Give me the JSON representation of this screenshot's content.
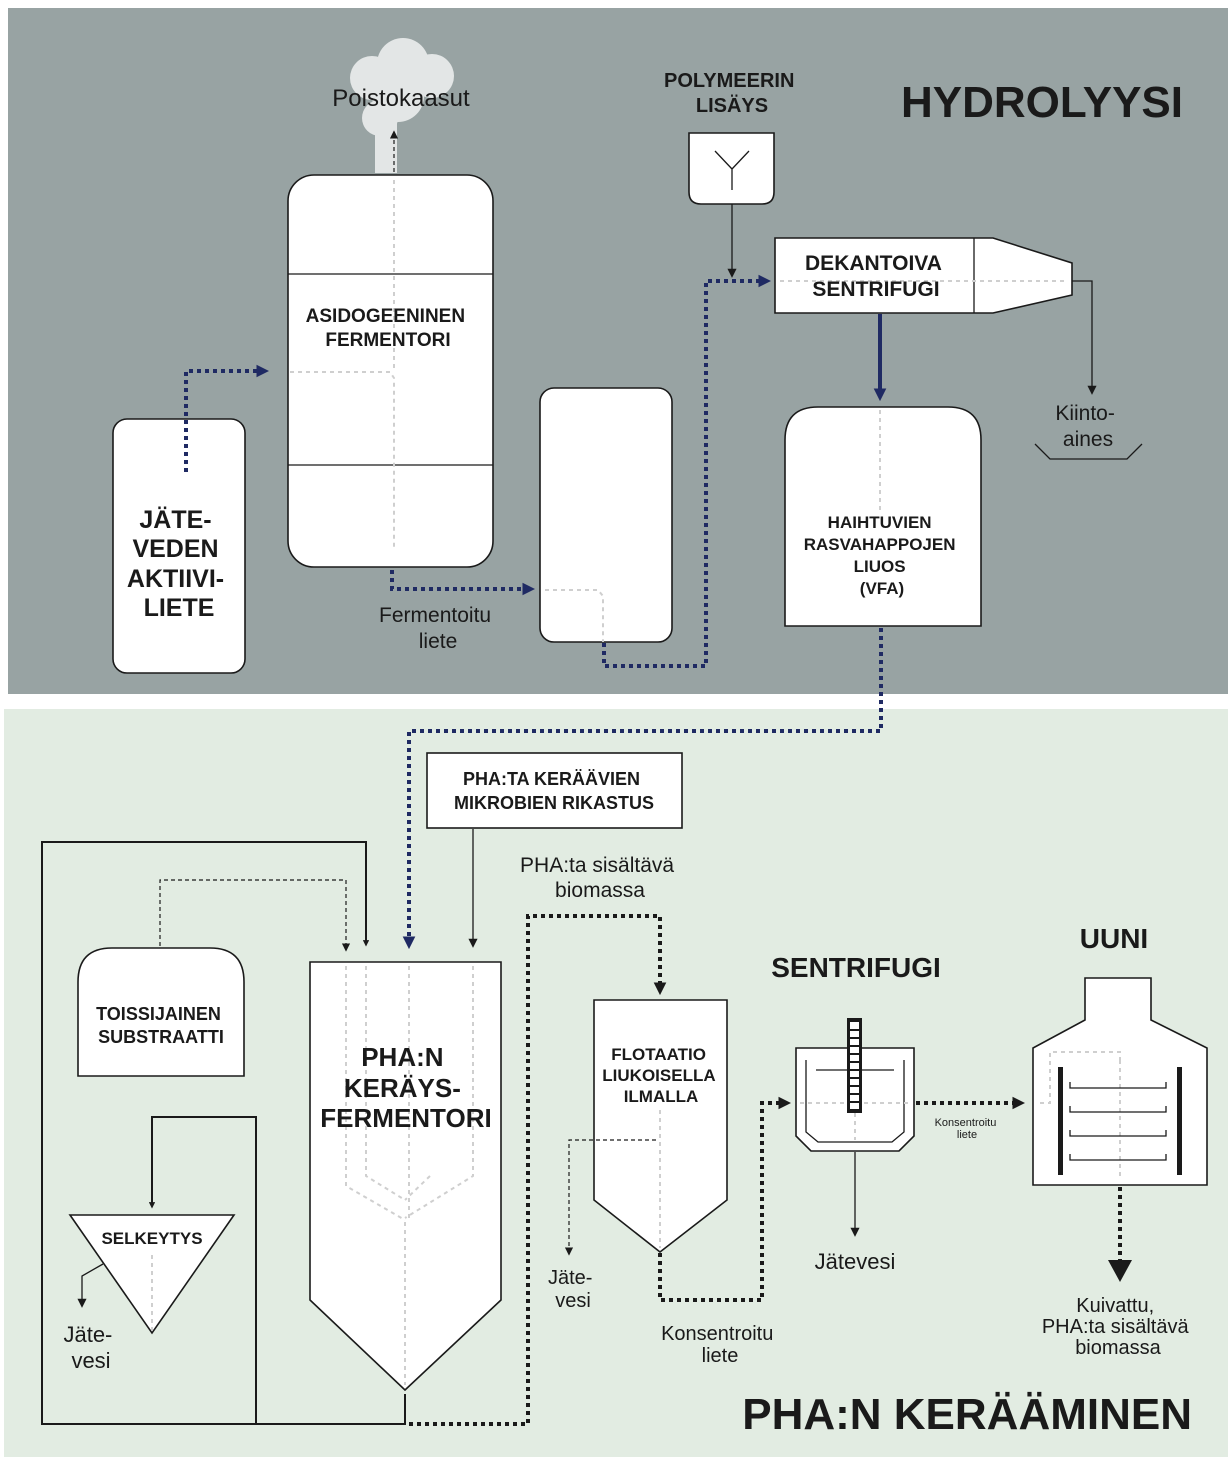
{
  "sections": {
    "hydrolysis_title": "HYDROLYYSI",
    "collection_title": "PHA:N KERÄÄMINEN"
  },
  "colors": {
    "hydrolysis_bg": "#98a3a3",
    "collection_bg": "#e2ece2",
    "flow_navy": "#1f2a63",
    "line_black": "#1a1a1a"
  },
  "labels": {
    "exhaust": "Poistokaasut",
    "polymer": [
      "POLYMEERIN",
      "LISÄYS"
    ],
    "fermenter": [
      "ASIDOGEENINEN",
      "FERMENTORI"
    ],
    "wastewater_sludge": [
      "JÄTE-",
      "VEDEN",
      "AKTIIVI-",
      "LIETE"
    ],
    "fermented_sludge": [
      "Fermentoitu",
      "liete"
    ],
    "decanter": [
      "DEKANTOIVA",
      "SENTRIFUGI"
    ],
    "solids": [
      "Kiinto-",
      "aines"
    ],
    "vfa": [
      "HAIHTUVIEN",
      "RASVAHAPPOJEN",
      "LIUOS",
      "(VFA)"
    ],
    "enrichment": [
      "PHA:TA KERÄÄVIEN",
      "MIKROBIEN RIKASTUS"
    ],
    "pha_biomass": [
      "PHA:ta sisältävä",
      "biomassa"
    ],
    "secondary_substrate": [
      "TOISSIJAINEN",
      "SUBSTRAATTI"
    ],
    "collection_fermenter": [
      "PHA:N",
      "KERÄYS-",
      "FERMENTORI"
    ],
    "clarification": "SELKEYTYS",
    "wastewater_left": [
      "Jäte-",
      "vesi"
    ],
    "flotation": [
      "FLOTAATIO",
      "LIUKOISELLA",
      "ILMALLA"
    ],
    "wastewater_flotation": [
      "Jäte-",
      "vesi"
    ],
    "concentrated_sludge": [
      "Konsentroitu",
      "liete"
    ],
    "centrifuge": "SENTRIFUGI",
    "concentrated_small": [
      "Konsentroitu",
      "liete"
    ],
    "wastewater_centrifuge": "Jätevesi",
    "oven": "UUNI",
    "dried_biomass": [
      "Kuivattu,",
      "PHA:ta sisältävä",
      "biomassa"
    ]
  }
}
